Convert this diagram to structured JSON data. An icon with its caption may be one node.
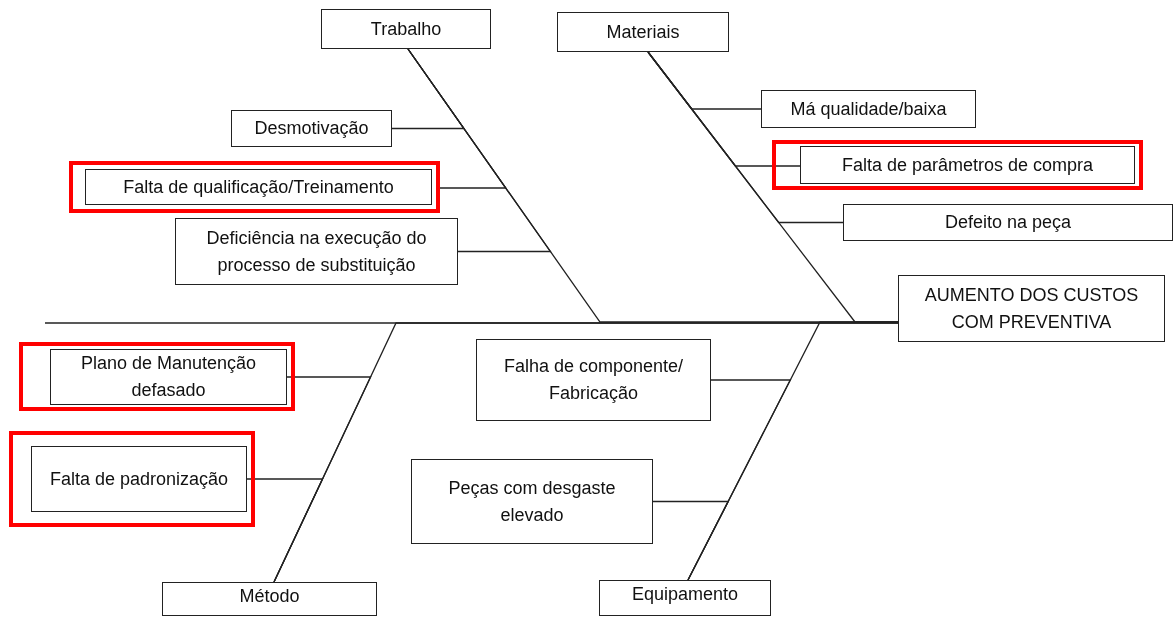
{
  "diagram": {
    "nodes": [
      {
        "text": [
          "Trabalho"
        ]
      },
      {
        "text": [
          "Materiais"
        ]
      },
      {
        "text": [
          "Desmotivação"
        ]
      },
      {
        "text": [
          "Má qualidade/baixa"
        ]
      },
      {
        "text": [],
        "shape": "box"
      },
      {
        "text": [
          "Falta de qualificação/Treinamento"
        ],
        "in": 4
      },
      {
        "text": [],
        "shape": "box"
      },
      {
        "text": [
          "Falta de parâmetros de compra"
        ],
        "in": 6
      },
      {
        "text": [
          "Defeito na peça"
        ]
      },
      {
        "text": [
          "Deficiência na execução do processo de substituição"
        ]
      },
      {
        "text": [
          "AUMENTO DOS CUSTOS COM PREVENTIVA"
        ]
      },
      {
        "text": [],
        "shape": "box"
      },
      {
        "text": [
          "Plano de Manutenção defasado"
        ],
        "in": 11
      },
      {
        "text": [
          "Falha de componente/ Fabricação"
        ]
      },
      {
        "text": [],
        "shape": "box"
      },
      {
        "text": [
          "Falta de padronização"
        ],
        "in": 14
      },
      {
        "text": [
          "Peças com desgaste elevado"
        ]
      },
      {
        "text": [
          "Método"
        ]
      },
      {
        "text": [
          "Equipamento"
        ]
      }
    ],
    "edges": [
      {
        "from": 0,
        "to": 10,
        "arrow": "none"
      },
      {
        "from": 1,
        "to": 10,
        "arrow": "none"
      },
      {
        "from": 17,
        "to": 10,
        "arrow": "none"
      },
      {
        "from": 18,
        "to": 10,
        "arrow": "none"
      },
      {
        "from": 2,
        "to": 0,
        "arrow": "none"
      },
      {
        "from": 5,
        "to": 0,
        "arrow": "none"
      },
      {
        "from": 9,
        "to": 0,
        "arrow": "none"
      },
      {
        "from": 3,
        "to": 1,
        "arrow": "none"
      },
      {
        "from": 7,
        "to": 1,
        "arrow": "none"
      },
      {
        "from": 8,
        "to": 1,
        "arrow": "none"
      },
      {
        "from": 12,
        "to": 17,
        "arrow": "none"
      },
      {
        "from": 15,
        "to": 17,
        "arrow": "none"
      },
      {
        "from": 13,
        "to": 18,
        "arrow": "none"
      },
      {
        "from": 16,
        "to": 18,
        "arrow": "none"
      }
    ]
  }
}
